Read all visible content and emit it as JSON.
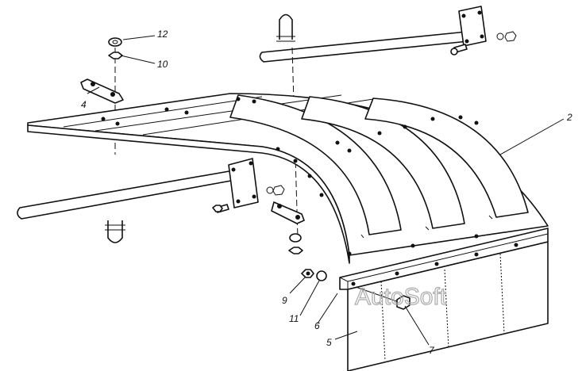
{
  "diagram": {
    "labels": {
      "washer_12": "12",
      "nut_10": "10",
      "plate_4": "4",
      "fender_2": "2",
      "nut_9": "9",
      "washer_11": "11",
      "strip_6": "6",
      "mudflap_5": "5",
      "bolt_7": "7"
    },
    "watermark": "AutoSoft"
  }
}
